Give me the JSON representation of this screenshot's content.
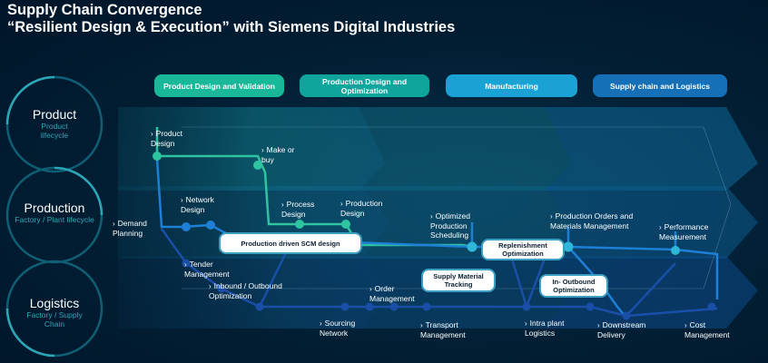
{
  "title": {
    "line1": "Supply Chain Convergence",
    "line2": "“Resilient Design & Execution” with Siemens Digital Industries"
  },
  "phases": [
    {
      "label": "Product Design and Validation",
      "color": "#19b899"
    },
    {
      "label": "Production Design and Optimization",
      "color": "#10a59c"
    },
    {
      "label": "Manufacturing",
      "color": "#1aa2d4"
    },
    {
      "label": "Supply chain and Logistics",
      "color": "#1670b8"
    }
  ],
  "lanes": [
    {
      "title": "Product",
      "subtitle": "Product lifecycle"
    },
    {
      "title": "Production",
      "subtitle": "Factory / Plant lifecycle"
    },
    {
      "title": "Logistics",
      "subtitle": "Factory / Supply Chain"
    }
  ],
  "nodes": {
    "product_design": "Product Design",
    "make_or_buy": "Make or buy",
    "network_design": "Network Design",
    "demand_planning": "Demand Planning",
    "process_design": "Process Design",
    "production_design": "Production Design",
    "optimized_production_scheduling": "Optimized Production Scheduling",
    "production_orders": "Production Orders and Materials Management",
    "performance_measurement": "Performance Measurement",
    "tender_management": "Tender Management",
    "inbound_outbound_optimization": "Inbound / Outbound Optimization",
    "order_management": "Order Management",
    "sourcing_network": "Sourcing Network",
    "transport_management": "Transport Management",
    "intra_plant_logistics": "Intra plant Logistics",
    "downstream_delivery": "Downstream Delivery",
    "cost_management": "Cost Management"
  },
  "callouts": {
    "production_driven_scm": "Production driven SCM design",
    "replenishment": "Replenishment Optimization",
    "supply_material_tracking": "Supply Material Tracking",
    "in_outbound": "In- Outbound Optimization"
  },
  "colors": {
    "background": "#00192b",
    "product_line": "#2ec4a0",
    "production_line": "#1e7fd6",
    "logistics_line": "#1a4fa8",
    "accent_teal": "#2ca7b8"
  }
}
